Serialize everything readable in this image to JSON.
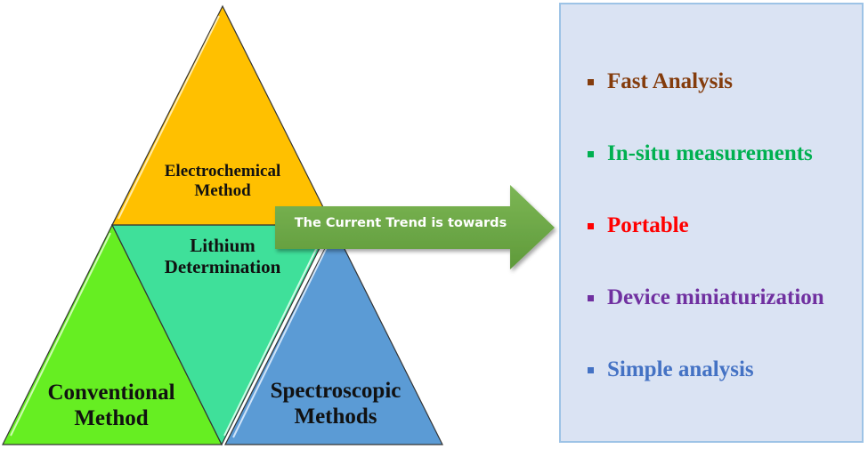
{
  "diagram": {
    "triangles": {
      "top": {
        "label_line1": "Electrochemical",
        "label_line2": "Method",
        "color": "#ffc000"
      },
      "center": {
        "label_line1": "Lithium",
        "label_line2": "Determination",
        "color": "#3fe09a"
      },
      "left": {
        "label_line1": "Conventional",
        "label_line2": "Method",
        "color": "#66ee22"
      },
      "right": {
        "label_line1": "Spectroscopic",
        "label_line2": "Methods",
        "color": "#5b9bd5"
      }
    },
    "arrow": {
      "label": "The Current Trend is towards",
      "color": "#70ad47"
    },
    "panel": {
      "background": "#dae3f3",
      "items": [
        {
          "label": "Fast Analysis",
          "color": "#843c0c"
        },
        {
          "label": "In-situ measurements",
          "color": "#00b050"
        },
        {
          "label": "Portable",
          "color": "#ff0000"
        },
        {
          "label": "Device miniaturization",
          "color": "#7030a0"
        },
        {
          "label": "Simple analysis",
          "color": "#4472c4"
        }
      ]
    }
  }
}
